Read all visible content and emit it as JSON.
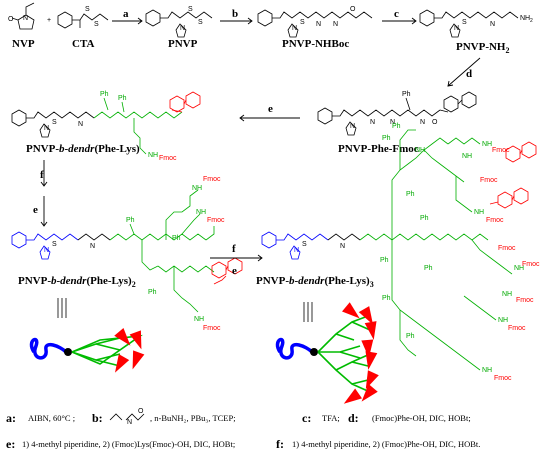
{
  "compounds": {
    "nvp": "NVP",
    "cta": "CTA",
    "pnvp": "PNVP",
    "pnvp_nhboc": "PNVP-NHBoc",
    "pnvp_nh2": "PNVP-NH",
    "pnvp_nh2_sub": "2",
    "pnvp_phe_fmoc": "PNVP-Phe-Fmoc",
    "g1_prefix": "PNVP-",
    "g1_b": "b",
    "g1_dendr": "dendr",
    "g1_suffix": "(Phe-Lys)",
    "g2_suffix": "(Phe-Lys)",
    "g2_sub": "2",
    "g3_suffix": "(Phe-Lys)",
    "g3_sub": "3"
  },
  "steps": {
    "a": "a",
    "b": "b",
    "c": "c",
    "d": "d",
    "e": "e",
    "f": "f"
  },
  "groups": {
    "fmoc": "Fmoc",
    "nh": "NH",
    "nh2": "NH",
    "h": "H",
    "n": "N",
    "o": "O",
    "s": "S",
    "ph": "Ph",
    "plus": "+"
  },
  "conditions": {
    "a_label": "a:",
    "a_text": "AIBN, 60°C ;",
    "b_label": "b:",
    "b_text": ", n-BuNH₂, PBu₃, TCEP;",
    "c_label": "c:",
    "c_text": "TFA;",
    "d_label": "d:",
    "d_text": "(Fmoc)Phe-OH, DIC, HOBt;",
    "e_label": "e:",
    "e_text": "1) 4-methyl piperidine, 2) (Fmoc)Lys(Fmoc)-OH, DIC, HOBt;",
    "f_label": "f:",
    "f_text": "1) 4-methyl piperidine, 2) (Fmoc)Phe-OH, DIC, HOBt."
  },
  "colors": {
    "pnvp_chain": "#0000ff",
    "peptide": "#00b000",
    "fmoc": "#ff0000",
    "black": "#000000"
  }
}
